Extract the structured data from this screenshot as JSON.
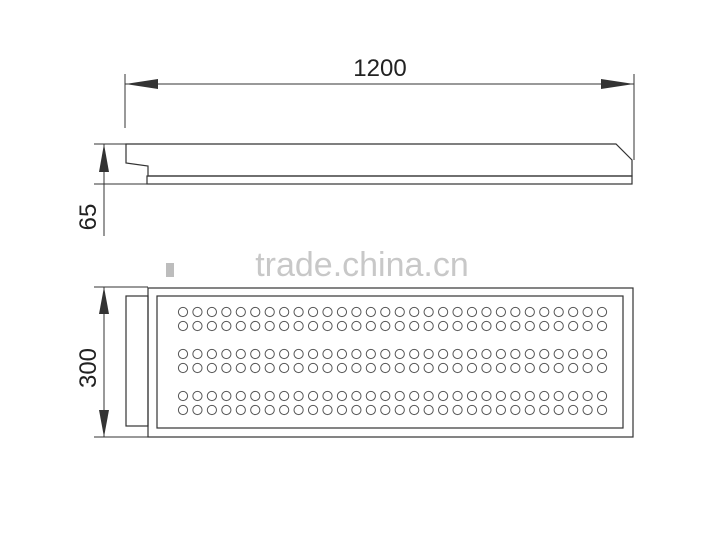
{
  "dimensions": {
    "length": "1200",
    "height": "65",
    "width": "300"
  },
  "watermark": {
    "text": "trade.china.cn"
  },
  "led_panel": {
    "led_groups": 3,
    "rows_per_group": 2,
    "leds_per_row": 30
  },
  "colors": {
    "line": "#333333",
    "led_outline": "#555555",
    "watermark": "#c8c8c8",
    "background": "#ffffff"
  }
}
